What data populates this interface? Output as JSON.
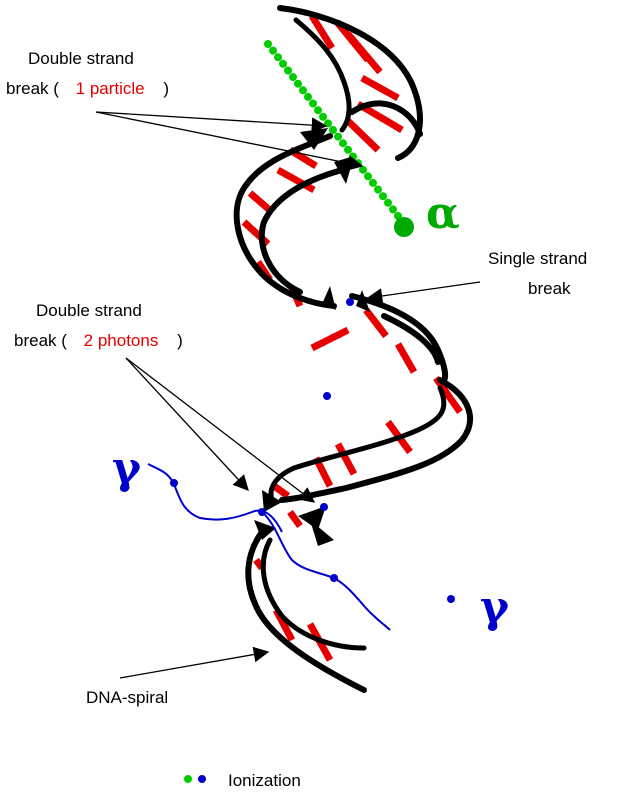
{
  "labels": {
    "dsb1_line1": "Double strand",
    "dsb1_line2_prefix": "break (",
    "dsb1_highlight": "1 particle",
    "dsb1_suffix": ")",
    "ssb_line1": "Single strand",
    "ssb_line2": "break",
    "dsb2_line1": "Double strand",
    "dsb2_line2_prefix": "break (",
    "dsb2_highlight": "2 photons",
    "dsb2_suffix": ")",
    "dna_spiral": "DNA-spiral",
    "ionization": "Ionization",
    "alpha_symbol": "α",
    "gamma_symbol_left": "γ",
    "gamma_symbol_right": "γ"
  },
  "colors": {
    "backbone": "#000000",
    "base_pair": "#e60000",
    "alpha_track": "#00cc00",
    "alpha_label": "#00aa00",
    "gamma_track": "#0000cc",
    "highlight_text": "#e60000"
  },
  "icons": {
    "alpha_particle": "green-dot",
    "ionization_green": "green-dot",
    "ionization_blue": "blue-dot"
  }
}
